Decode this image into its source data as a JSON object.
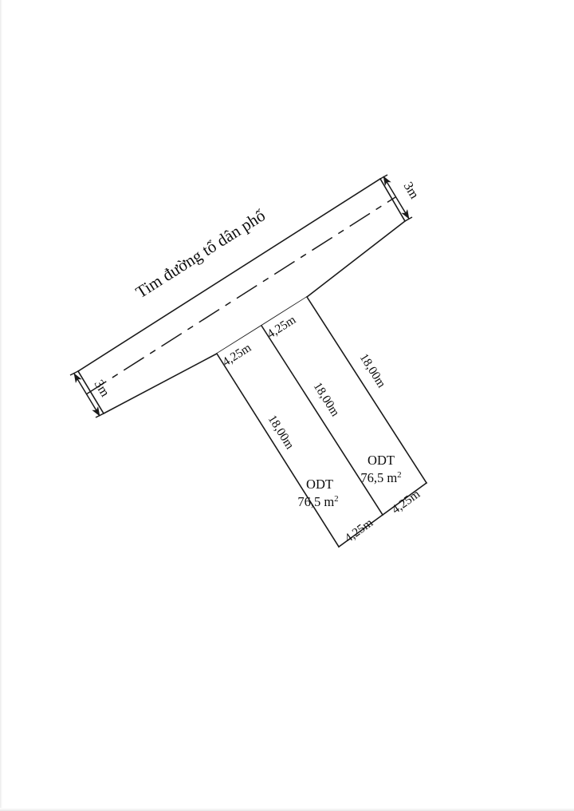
{
  "diagram": {
    "type": "land-plot-cadastral-sketch",
    "road": {
      "label": "Tim đường tổ dân phố",
      "width_left_label": "3m",
      "width_right_label": "3m",
      "centerline_style": "dash-dot"
    },
    "parcels": [
      {
        "id": "parcel-left",
        "land_type": "ODT",
        "area": "76,5 m",
        "area_exponent": "2",
        "frontage": "4,25m",
        "rear": "4,25m",
        "depth_left": "18,00m",
        "depth_right": "18,00m"
      },
      {
        "id": "parcel-right",
        "land_type": "ODT",
        "area": "76,5 m",
        "area_exponent": "2",
        "frontage": "4,25m",
        "rear": "4,25m",
        "depth_left": "18,00m",
        "depth_right": "18,00m"
      }
    ],
    "dimensions": {
      "frontage_left": "4,25m",
      "frontage_right": "4,25m",
      "depth_outer_left": "18,00m",
      "depth_middle": "18,00m",
      "depth_outer_right": "18,00m",
      "rear_left": "4,25m",
      "rear_right": "4,25m",
      "road_width_west": "3m",
      "road_width_east": "3m"
    },
    "colors": {
      "line": "#1a1a1a",
      "background": "#ffffff",
      "text": "#0d0d0d"
    }
  }
}
